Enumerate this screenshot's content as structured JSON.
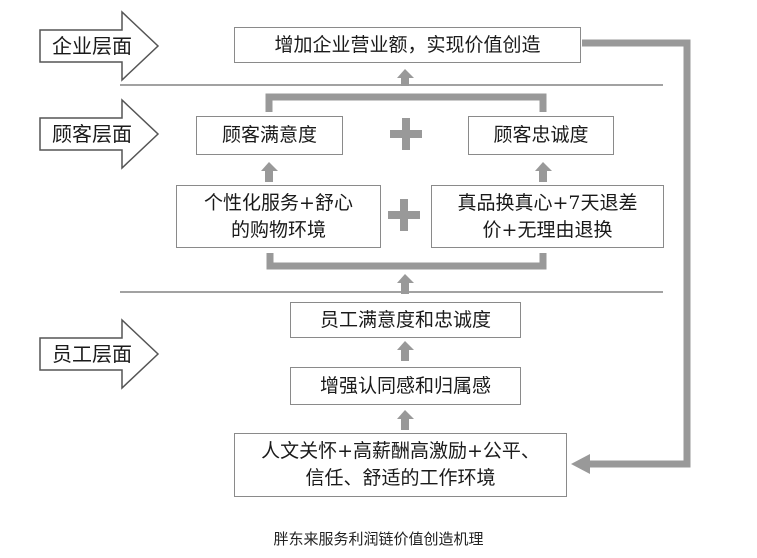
{
  "layers": {
    "enterprise": "企业层面",
    "customer": "顾客层面",
    "employee": "员工层面"
  },
  "boxes": {
    "enterprise_goal": "增加企业营业额，实现价值创造",
    "customer_satisfaction": "顾客满意度",
    "customer_loyalty": "顾客忠诚度",
    "service_environment": "个性化服务+舒心\n的购物环境",
    "product_policy": "真品换真心+7天退差\n价+无理由退换",
    "employee_satisfaction": "员工满意度和忠诚度",
    "identity": "增强认同感和归属感",
    "hr_measures": "人文关怀+高薪酬高激励+公平、\n信任、舒适的工作环境"
  },
  "symbols": {
    "plus": "+"
  },
  "caption": "胖东来服务利润链价值创造机理",
  "colors": {
    "connector": "#999999",
    "box_border": "#8a8a8a",
    "divider": "#444444"
  }
}
